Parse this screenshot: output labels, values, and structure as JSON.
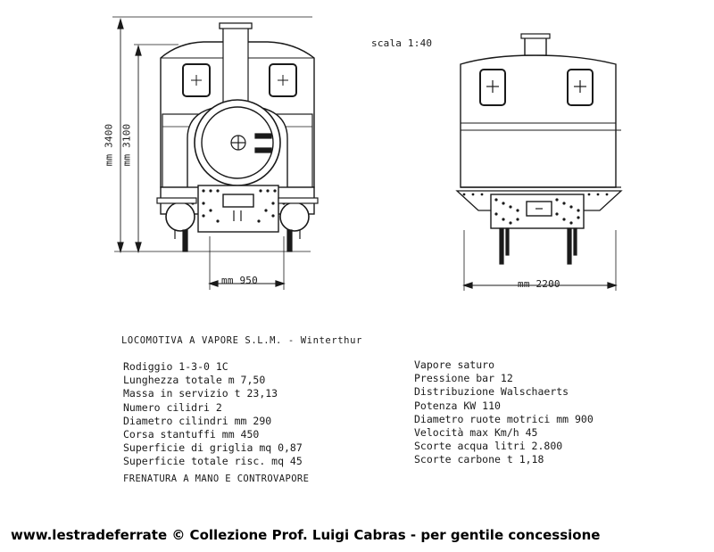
{
  "drawing": {
    "scale_label": "scala 1:40",
    "dimensions": {
      "height_total": "mm 3400",
      "height_cab": "mm 3100",
      "gauge": "mm 950",
      "width": "mm 2200"
    }
  },
  "heading": "LOCOMOTIVA A VAPORE S.L.M. - Winterthur",
  "specs_left": [
    "Rodiggio 1-3-0  1C",
    "Lunghezza totale  m 7,50",
    "Massa in servizio  t 23,13",
    "Numero cilidri  2",
    "Diametro cilindri  mm 290",
    "Corsa stantuffi  mm 450",
    "Superficie di griglia  mq 0,87",
    "Superficie totale risc. mq 45"
  ],
  "brakes": "FRENATURA A MANO E CONTROVAPORE",
  "specs_right": [
    "Vapore  saturo",
    "Pressione bar 12",
    "Distribuzione Walschaerts",
    "Potenza  KW 110",
    "Diametro ruote motrici mm 900",
    "Velocità max  Km/h 45",
    "Scorte acqua  litri 2.800",
    "Scorte carbone  t 1,18"
  ],
  "footer": "www.lestradeferrate © Collezione Prof. Luigi Cabras - per gentile concessione"
}
